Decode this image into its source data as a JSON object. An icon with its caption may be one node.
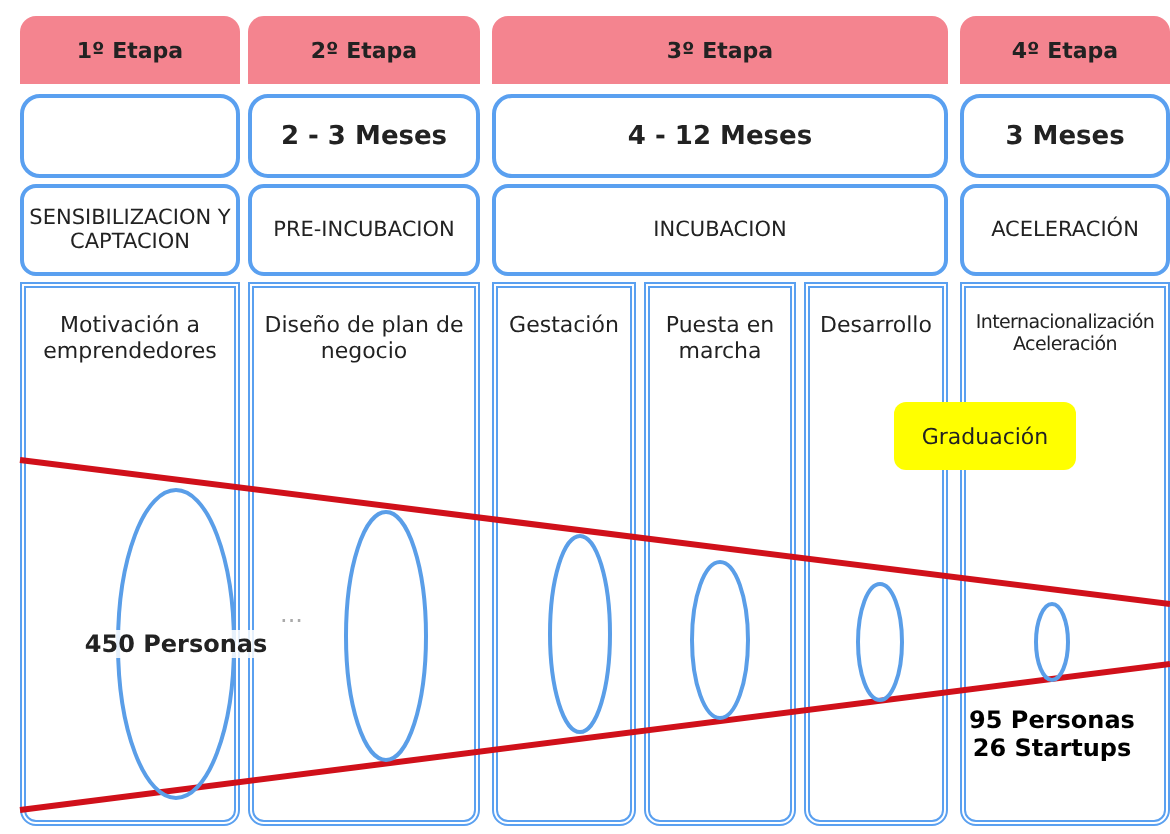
{
  "diagram": {
    "nodes": [
      {
        "text": [
          "1º Etapa"
        ]
      },
      {
        "text": [
          "2º Etapa"
        ]
      },
      {
        "text": [
          "3º Etapa"
        ]
      },
      {
        "text": [
          "4º Etapa"
        ]
      },
      {
        "text": [],
        "shape": "box"
      },
      {
        "text": [
          "2 - 3 Meses"
        ]
      },
      {
        "text": [
          "4 - 12 Meses"
        ]
      },
      {
        "text": [
          "3 Meses"
        ]
      },
      {
        "text": [
          "SENSIBILIZACION Y CAPTACION"
        ]
      },
      {
        "text": [
          "PRE-INCUBACION"
        ]
      },
      {
        "text": [
          "INCUBACION"
        ]
      },
      {
        "text": [
          "ACELERACIÓN"
        ]
      },
      {
        "text": [
          "Motivación a emprendedores"
        ]
      },
      {
        "text": [
          "Diseño de plan de negocio"
        ]
      },
      {
        "text": [
          "Gestación"
        ]
      },
      {
        "text": [
          "Puesta en marcha"
        ]
      },
      {
        "text": [
          "Desarrollo"
        ]
      },
      {
        "text": [
          "Internacionalización Aceleración"
        ]
      },
      {
        "text": [
          "Graduación"
        ]
      },
      {
        "text": [
          "450 Personas"
        ],
        "in": 12
      },
      {
        "text": [],
        "shape": "ellipse",
        "in": 13
      },
      {
        "text": [],
        "shape": "ellipse",
        "in": 14
      },
      {
        "text": [],
        "shape": "ellipse",
        "in": 15
      },
      {
        "text": [],
        "shape": "ellipse",
        "in": 16
      },
      {
        "text": [],
        "shape": "ellipse",
        "in": 17,
        "beside": [
          "95 Personas 26 Startups"
        ]
      }
    ],
    "labels": [
      "..."
    ]
  }
}
